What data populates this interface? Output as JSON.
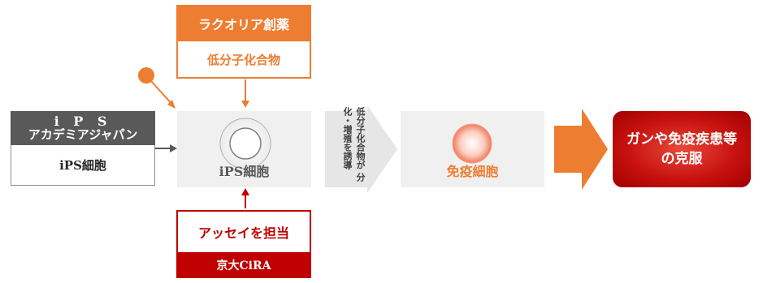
{
  "laqualia": {
    "title": "ラクオリア創薬",
    "role": "低分子化合物"
  },
  "academia": {
    "title_line1": "i P S",
    "title_line2": "アカデミアジャパン",
    "role": "iPS細胞"
  },
  "cira": {
    "role": "アッセイを担当",
    "title": "京大CiRA"
  },
  "stages": {
    "ips_label": "iPS細胞",
    "immune_label": "免疫細胞"
  },
  "induction": {
    "line1": "低分子化合物が",
    "line2": "分化・増殖を誘導"
  },
  "result": {
    "line1": "ガンや免疫疾患等",
    "line2": "の克服"
  },
  "colors": {
    "orange": "#ed7d31",
    "red": "#c00000",
    "gray": "#595959"
  }
}
